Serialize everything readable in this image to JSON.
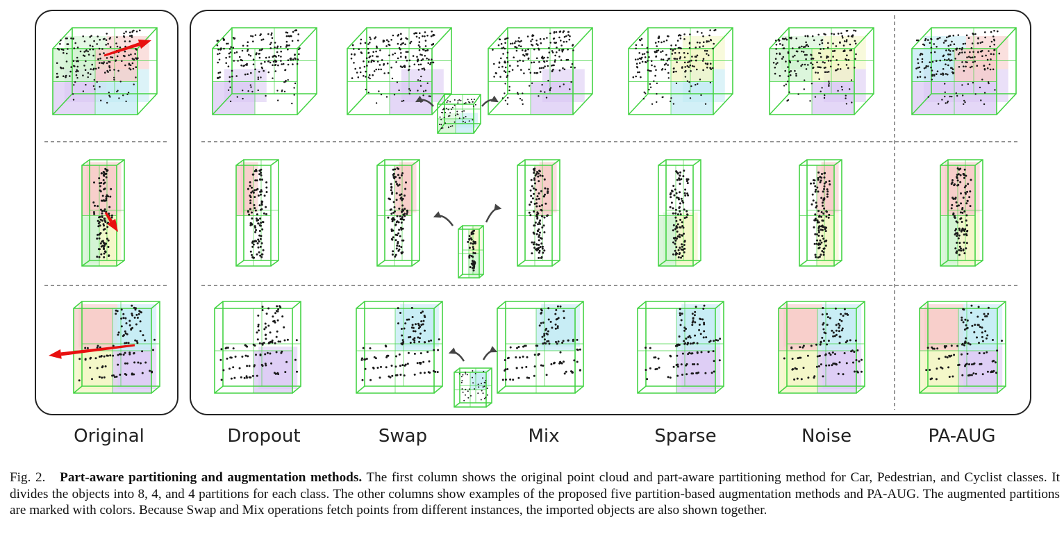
{
  "figure": {
    "columns": [
      {
        "id": "original",
        "label": "Original"
      },
      {
        "id": "dropout",
        "label": "Dropout"
      },
      {
        "id": "swap",
        "label": "Swap"
      },
      {
        "id": "mix",
        "label": "Mix"
      },
      {
        "id": "sparse",
        "label": "Sparse"
      },
      {
        "id": "noise",
        "label": "Noise"
      },
      {
        "id": "pa-aug",
        "label": "PA-AUG"
      }
    ],
    "rows": [
      "car",
      "pedestrian",
      "cyclist"
    ],
    "colors": {
      "box_edge": "#44d444",
      "border": "#222222",
      "divider": "#555555",
      "arrow_red": "#e81010",
      "arrow_gray": "#444444",
      "tint_red": "#f6c7c3",
      "tint_blue": "#bfe9f3",
      "tint_purple": "#d8c6f3",
      "tint_yellow": "#f2f5c0",
      "tint_green": "#cdf2cd"
    }
  },
  "caption": {
    "fig_number": "Fig. 2.",
    "title": "Part-aware partitioning and augmentation methods.",
    "body": "The first column shows the original point cloud and part-aware partitioning method for Car, Pedestrian, and Cyclist classes. It divides the objects into 8, 4, and 4 partitions for each class. The other columns show examples of the proposed five partition-based augmentation methods and PA-AUG. The augmented partitions are marked with colors. Because Swap and Mix operations fetch points from different instances, the imported objects are also shown together."
  }
}
